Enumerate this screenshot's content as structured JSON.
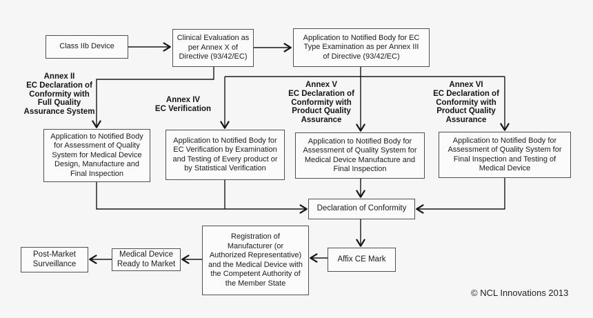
{
  "colors": {
    "background": "#f6f6f6",
    "box_fill": "#fbfbfb",
    "box_border": "#4f4f4f",
    "connector_line": "#161616",
    "text": "#1b1b1b"
  },
  "nodes": {
    "class_iib": {
      "label": "Class IIb Device"
    },
    "clinical_eval": {
      "label": "Clinical Evaluation as\nper Annex X of\nDirective (93/42/EC)"
    },
    "ec_type_exam": {
      "label": "Application to Notified Body for EC\nType Examination as per Annex III\nof Directive (93/42/EC)"
    },
    "app_annex_ii": {
      "label": "Application to Notified Body\nfor Assessment of Quality\nSystem for Medical Device\nDesign, Manufacture and\nFinal Inspection"
    },
    "app_annex_iv": {
      "label": "Application to Notified Body for\nEC Verification by Examination\nand Testing of Every product or\nby Statistical Verification"
    },
    "app_annex_v": {
      "label": "Application to Notified Body for\nAssessment of Quality System for\nMedical Device Manufacture and\nFinal Inspection"
    },
    "app_annex_vi": {
      "label": "Application to Notified Body for\nAssessment of Quality System for\nFinal Inspection and Testing of\nMedical Device"
    },
    "declaration": {
      "label": "Declaration of Conformity"
    },
    "affix_ce": {
      "label": "Affix CE Mark"
    },
    "registration": {
      "label": "Registration of\nManufacturer (or\nAuthorized Representative)\nand the Medical Device with\nthe Competent Authority of\nthe Member State"
    },
    "ready_market": {
      "label": "Medical Device\nReady to Market"
    },
    "post_market": {
      "label": "Post-Market\nSurveillance"
    }
  },
  "annex_labels": {
    "annex_ii": {
      "label": "Annex II\nEC Declaration of\nConformity with\nFull Quality\nAssurance System"
    },
    "annex_iv": {
      "label": "Annex IV\nEC Verification"
    },
    "annex_v": {
      "label": "Annex V\nEC Declaration of\nConformity with\nProduct Quality\nAssurance"
    },
    "annex_vi": {
      "label": "Annex VI\nEC Declaration of\nConformity with\nProduct Quality\nAssurance"
    }
  },
  "footer": {
    "copyright": "© NCL Innovations 2013"
  }
}
